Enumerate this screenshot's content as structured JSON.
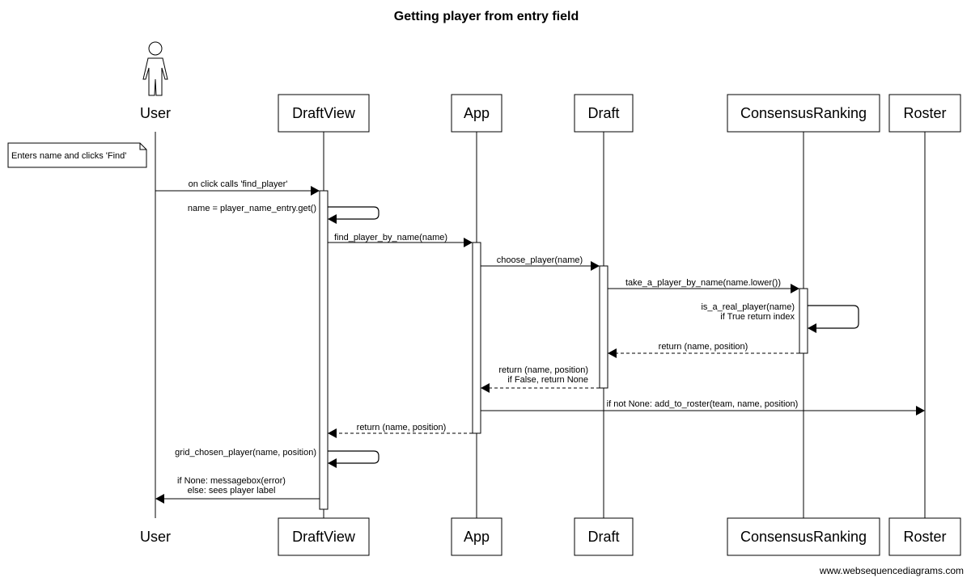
{
  "diagram": {
    "title": "Getting player from entry field",
    "watermark": "www.websequencediagrams.com",
    "participants": [
      {
        "id": "user",
        "label": "User",
        "kind": "actor"
      },
      {
        "id": "draftview",
        "label": "DraftView",
        "kind": "box"
      },
      {
        "id": "app",
        "label": "App",
        "kind": "box"
      },
      {
        "id": "draft",
        "label": "Draft",
        "kind": "box"
      },
      {
        "id": "consensusranking",
        "label": "ConsensusRanking",
        "kind": "box"
      },
      {
        "id": "roster",
        "label": "Roster",
        "kind": "box"
      }
    ],
    "note": {
      "over": "user",
      "text": "Enters name and clicks 'Find'"
    },
    "messages": [
      {
        "from": "user",
        "to": "draftview",
        "style": "solid",
        "lines": [
          "on click calls 'find_player'"
        ]
      },
      {
        "from": "draftview",
        "to": "draftview",
        "style": "solid",
        "lines": [
          "name = player_name_entry.get()"
        ]
      },
      {
        "from": "draftview",
        "to": "app",
        "style": "solid",
        "lines": [
          "find_player_by_name(name)"
        ]
      },
      {
        "from": "app",
        "to": "draft",
        "style": "solid",
        "lines": [
          "choose_player(name)"
        ]
      },
      {
        "from": "draft",
        "to": "consensusranking",
        "style": "solid",
        "lines": [
          "take_a_player_by_name(name.lower())"
        ]
      },
      {
        "from": "consensusranking",
        "to": "consensusranking",
        "style": "solid",
        "lines": [
          "is_a_real_player(name)",
          "if True return index"
        ]
      },
      {
        "from": "consensusranking",
        "to": "draft",
        "style": "dashed",
        "lines": [
          "return (name, position)"
        ]
      },
      {
        "from": "draft",
        "to": "app",
        "style": "dashed",
        "lines": [
          "return (name, position)",
          "if False, return None"
        ]
      },
      {
        "from": "app",
        "to": "roster",
        "style": "solid",
        "lines": [
          "if not None: add_to_roster(team, name, position)"
        ]
      },
      {
        "from": "app",
        "to": "draftview",
        "style": "dashed",
        "lines": [
          "return (name, position)"
        ]
      },
      {
        "from": "draftview",
        "to": "draftview",
        "style": "solid",
        "lines": [
          "grid_chosen_player(name, position)"
        ]
      },
      {
        "from": "draftview",
        "to": "user",
        "style": "solid",
        "lines": [
          "if None: messagebox(error)",
          "else: sees player label"
        ]
      }
    ]
  }
}
